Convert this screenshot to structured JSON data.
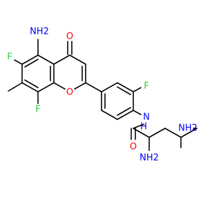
{
  "colors": {
    "background": "#ffffff",
    "bond": "#000000",
    "nitrogen": "#0000ff",
    "oxygen": "#ff0000",
    "fluorine": "#33cc33"
  },
  "atoms": {
    "nh2_amine_top": "NH2",
    "o_ketone": "O",
    "f_position6": "F",
    "f_position8": "F",
    "o_ring": "O",
    "f_phenyl": "F",
    "nh_amide": "N",
    "nh_amide_h": "H",
    "o_amide": "O",
    "nh2_alpha": "NH2",
    "nh2_terminal": "NH2"
  }
}
